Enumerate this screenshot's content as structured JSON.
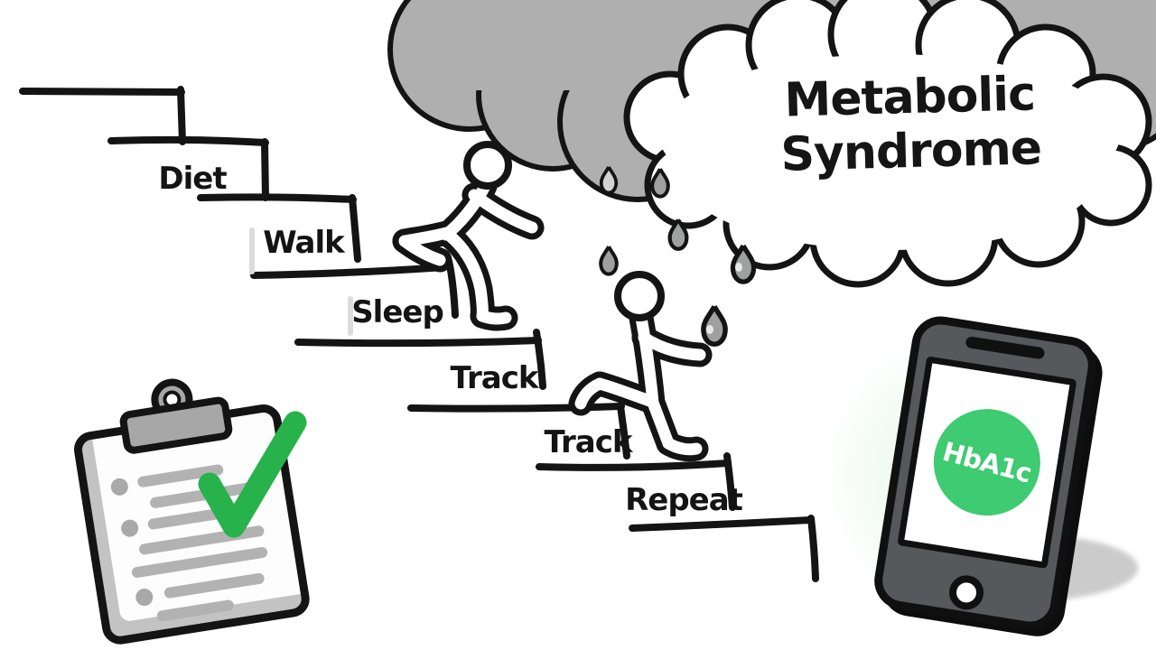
{
  "illustration": {
    "storm_cloud_label": {
      "line1": "Metabolic",
      "line2": "Syndrome"
    },
    "steps": [
      "Diet",
      "Walk",
      "Sleep",
      "Track",
      "Track",
      "Repeat"
    ],
    "phone_badge": "HbA1c",
    "colors": {
      "ink": "#141414",
      "storm_cloud_gray": "#afafb0",
      "raindrop_gray": "#9fa1a1",
      "check_green": "#27b24b",
      "badge_green": "#3ecb72"
    }
  }
}
